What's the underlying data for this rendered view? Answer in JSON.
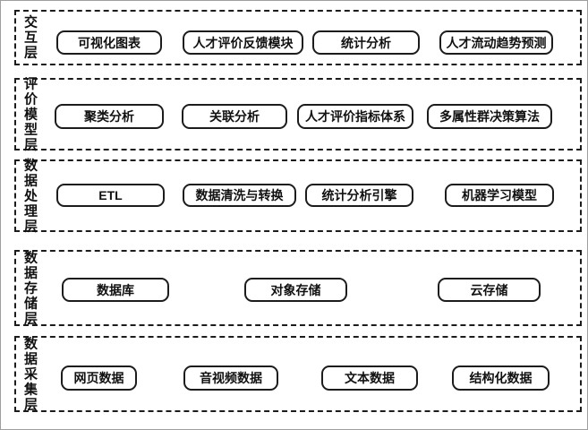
{
  "layers": [
    {
      "label": "交互层",
      "boxes": [
        "可视化图表",
        "人才评价反馈模块",
        "统计分析",
        "人才流动趋势预测"
      ]
    },
    {
      "label": "评价模型层",
      "boxes": [
        "聚类分析",
        "关联分析",
        "人才评价指标体系",
        "多属性群决策算法"
      ]
    },
    {
      "label": "数据处理层",
      "boxes": [
        "ETL",
        "数据清洗与转换",
        "统计分析引擎",
        "机器学习模型"
      ]
    },
    {
      "label": "数据存储层",
      "boxes": [
        "数据库",
        "对象存储",
        "云存储"
      ]
    },
    {
      "label": "数据采集层",
      "boxes": [
        "网页数据",
        "音视频数据",
        "文本数据",
        "结构化数据"
      ]
    }
  ],
  "colors": {
    "line": "#1c1c1c",
    "background": "#ffffff",
    "outer_frame": "#9e9e9e",
    "text": "#111111"
  }
}
